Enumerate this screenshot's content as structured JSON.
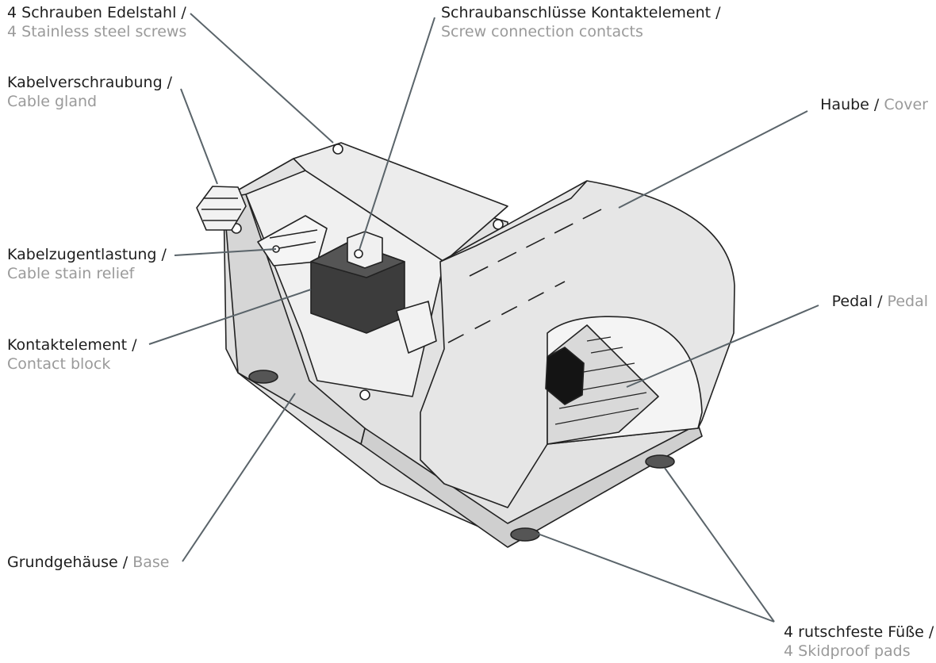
{
  "labels": {
    "screws": {
      "de": "4 Schrauben Edelstahl /",
      "en": "4 Stainless steel screws"
    },
    "contacts": {
      "de": "Schraubanschlüsse Kontaktelement /",
      "en": "Screw connection contacts"
    },
    "gland": {
      "de": "Kabelverschraubung /",
      "en": "Cable gland"
    },
    "cover": {
      "de": "Haube /",
      "en": "Cover"
    },
    "strain": {
      "de": "Kabelzugentlastung /",
      "en": "Cable stain relief"
    },
    "pedal": {
      "de": "Pedal /",
      "en": "Pedal"
    },
    "block": {
      "de": "Kontaktelement /",
      "en": "Contact block"
    },
    "base": {
      "de": "Grundgehäuse /",
      "en": "Base"
    },
    "feet": {
      "de": "4 rutschfeste Füße /",
      "en": "4 Skidproof pads"
    }
  },
  "colors": {
    "leader": "#5a646a",
    "body_fill": "#e8e8e8",
    "body_shade": "#d2d2d2",
    "outline": "#222222",
    "contact_block": "#3c3c3c",
    "pedal_button": "#141414"
  }
}
